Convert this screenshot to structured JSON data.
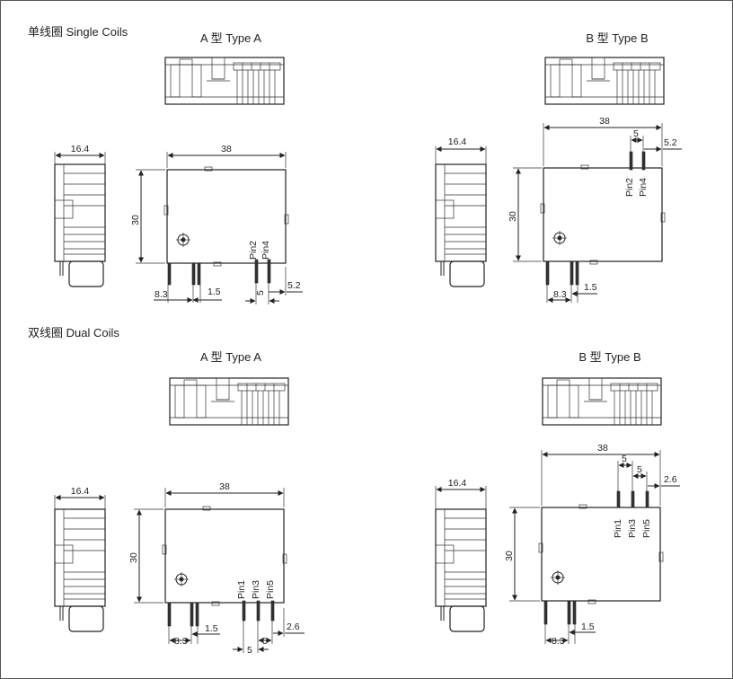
{
  "sections": {
    "single": {
      "title": "单线圈 Single Coils"
    },
    "dual": {
      "title": "双线圈 Dual Coils"
    }
  },
  "types": {
    "a": "A 型 Type A",
    "b": "B 型 Type B"
  },
  "dims": {
    "width_side": "16.4",
    "length": "38",
    "height": "30",
    "d83": "8.3",
    "d15": "1.5",
    "d5": "5",
    "d52": "5.2",
    "d26": "2.6"
  },
  "pins": {
    "pin1": "Pin1",
    "pin2": "Pin2",
    "pin3": "Pin3",
    "pin4": "Pin4",
    "pin5": "Pin5"
  }
}
